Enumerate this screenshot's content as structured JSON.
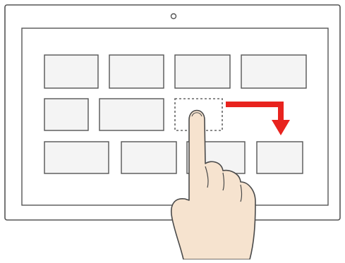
{
  "diagram": {
    "subject": "tablet-tile-drag-gesture",
    "colors": {
      "outline": "#555555",
      "tile_fill": "#f4f4f4",
      "screen_fill": "#ffffff",
      "arrow": "#e8231e",
      "hand_fill": "#f6e3cf",
      "hand_stroke": "#4a4a4a",
      "drop_target_dash": "#666666"
    },
    "tiles": {
      "row1_count": 4,
      "row2_count": 2,
      "row3_count": 4
    },
    "icons": {
      "camera": "camera-icon",
      "arrow": "red-bent-arrow-icon",
      "hand": "pointing-hand-icon"
    }
  }
}
